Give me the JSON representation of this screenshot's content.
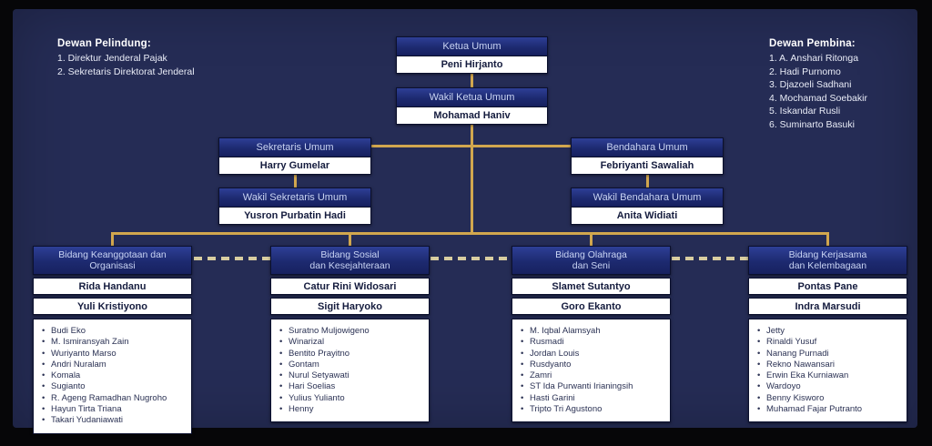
{
  "dewan_pelindung": {
    "title": "Dewan Pelindung:",
    "items": [
      "1. Direktur Jenderal Pajak",
      "2. Sekretaris Direktorat Jenderal"
    ]
  },
  "dewan_pembina": {
    "title": "Dewan Pembina:",
    "items": [
      "1. A. Anshari Ritonga",
      "2. Hadi Purnomo",
      "3. Djazoeli Sadhani",
      "4. Mochamad Soebakir",
      "5. Iskandar Rusli",
      "6. Suminarto Basuki"
    ]
  },
  "positions": {
    "ketua": {
      "title": "Ketua Umum",
      "name": "Peni Hirjanto"
    },
    "wakil_ketua": {
      "title": "Wakil Ketua  Umum",
      "name": "Mohamad Haniv"
    },
    "sekretaris": {
      "title": "Sekretaris Umum",
      "name": "Harry Gumelar"
    },
    "wakil_sekretaris": {
      "title": "Wakil Sekretaris Umum",
      "name": "Yusron Purbatin Hadi"
    },
    "bendahara": {
      "title": "Bendahara Umum",
      "name": "Febriyanti Sawaliah"
    },
    "wakil_bendahara": {
      "title": "Wakil Bendahara Umum",
      "name": "Anita Widiati"
    }
  },
  "divisions": [
    {
      "title_lines": [
        "Bidang Keanggotaan dan",
        "Organisasi"
      ],
      "heads": [
        "Rida Handanu",
        "Yuli Kristiyono"
      ],
      "members": [
        "Budi Eko",
        "M. Ismiransyah Zain",
        "Wuriyanto Marso",
        "Andri Nuralam",
        "Komala",
        "Sugianto",
        "R. Ageng Ramadhan Nugroho",
        "Hayun Tirta Triana",
        "Takari Yudaniawati"
      ]
    },
    {
      "title_lines": [
        "Bidang Sosial",
        "dan Kesejahteraan"
      ],
      "heads": [
        "Catur Rini Widosari",
        "Sigit Haryoko"
      ],
      "members": [
        "Suratno Muljowigeno",
        "Winarizal",
        "Bentito Prayitno",
        "Gontam",
        "Nurul Setyawati",
        "Hari Soelias",
        "Yulius Yulianto",
        "Henny"
      ]
    },
    {
      "title_lines": [
        "Bidang Olahraga",
        "dan Seni"
      ],
      "heads": [
        "Slamet Sutantyo",
        "Goro Ekanto"
      ],
      "members": [
        "M. Iqbal Alamsyah",
        "Rusmadi",
        "Jordan Louis",
        "Rusdyanto",
        "Zamri",
        "ST Ida Purwanti Irianingsih",
        "Hasti Garini",
        "Tripto Tri Agustono"
      ]
    },
    {
      "title_lines": [
        "Bidang Kerjasama",
        "dan Kelembagaan"
      ],
      "heads": [
        "Pontas Pane",
        "Indra Marsudi"
      ],
      "members": [
        "Jetty",
        "Rinaldi Yusuf",
        "Nanang Purnadi",
        "Rekno Nawansari",
        "Erwin Eka Kurniawan",
        "Wardoyo",
        "Benny Kisworo",
        "Muhamad Fajar Putranto"
      ]
    }
  ],
  "colors": {
    "frame": "#060608",
    "panel": "#252c55",
    "box_blue_top": "#2e3f96",
    "box_blue_bottom": "#17215f",
    "header_text": "#c9d4f4",
    "name_box": "#ffffff",
    "name_text": "#151c3e",
    "connector": "#d2a74e",
    "connector_dashed": "#d8cda0"
  }
}
